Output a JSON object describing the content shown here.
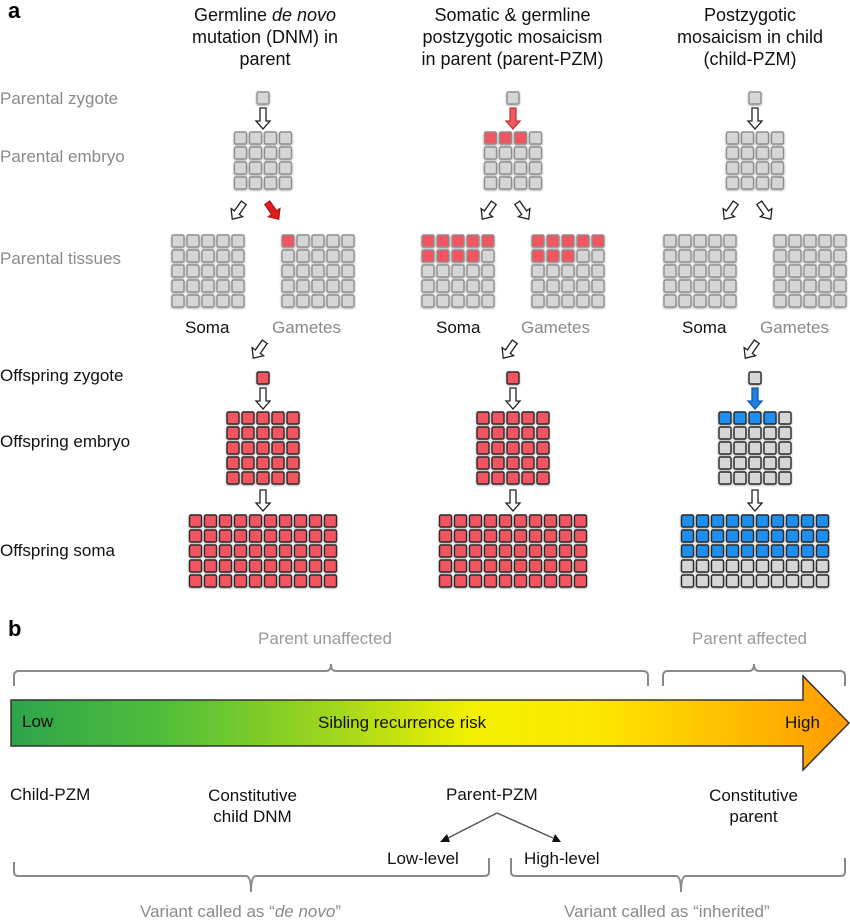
{
  "panel_a": {
    "letter": "a",
    "columns": [
      {
        "id": "dnm",
        "title_lines": [
          "Germline ",
          "de novo",
          " mutation (DNM) in parent"
        ],
        "title_plain": "Germline de novo mutation (DNM) in parent",
        "parental_zygote": "normal",
        "zygote_arrow": "plain",
        "parental_embryo": {
          "rows": 4,
          "cols": 4,
          "mutant_cells": 0,
          "mutant_color": "red"
        },
        "soma_arrow": "plain",
        "gamete_arrow": "red",
        "parental_soma": {
          "rows": 5,
          "cols": 5,
          "mutant_cells": 0
        },
        "parental_gametes": {
          "rows": 5,
          "cols": 5,
          "mutant_cells": 1
        },
        "offspring_zygote": "red",
        "offspring_embryo": {
          "rows": 5,
          "cols": 5,
          "mutant_cells": 25,
          "mutant_color": "red"
        },
        "offspring_soma": {
          "rows": 5,
          "cols": 10,
          "mutant_cells": 50,
          "mutant_color": "red"
        }
      },
      {
        "id": "parent-pzm",
        "title_lines": [
          "Somatic & germline postzygotic mosaicism in parent (parent-PZM)"
        ],
        "title_plain": "Somatic & germline postzygotic mosaicism in parent (parent-PZM)",
        "parental_zygote": "normal",
        "zygote_arrow": "red",
        "parental_embryo": {
          "rows": 4,
          "cols": 4,
          "mutant_cells": 3,
          "mutant_color": "red"
        },
        "soma_arrow": "plain",
        "gamete_arrow": "plain",
        "parental_soma": {
          "rows": 5,
          "cols": 5,
          "mutant_cells": 9
        },
        "parental_gametes": {
          "rows": 5,
          "cols": 5,
          "mutant_cells": 8
        },
        "offspring_zygote": "red",
        "offspring_embryo": {
          "rows": 5,
          "cols": 5,
          "mutant_cells": 25,
          "mutant_color": "red"
        },
        "offspring_soma": {
          "rows": 5,
          "cols": 10,
          "mutant_cells": 50,
          "mutant_color": "red"
        }
      },
      {
        "id": "child-pzm",
        "title_lines": [
          "Postzygotic mosaicism in child (child-PZM)"
        ],
        "title_plain": "Postzygotic mosaicism in child (child-PZM)",
        "parental_zygote": "normal",
        "zygote_arrow": "plain",
        "parental_embryo": {
          "rows": 4,
          "cols": 4,
          "mutant_cells": 0,
          "mutant_color": "red"
        },
        "soma_arrow": "plain",
        "gamete_arrow": "plain",
        "parental_soma": {
          "rows": 5,
          "cols": 5,
          "mutant_cells": 0
        },
        "parental_gametes": {
          "rows": 5,
          "cols": 5,
          "mutant_cells": 0
        },
        "offspring_zygote": "normal",
        "offspring_zygote_arrow": "blue",
        "offspring_embryo": {
          "rows": 5,
          "cols": 5,
          "mutant_cells": 4,
          "mutant_color": "blue"
        },
        "offspring_soma": {
          "rows": 5,
          "cols": 10,
          "mutant_cells": 30,
          "mutant_color": "blue"
        }
      }
    ],
    "row_labels": {
      "parental_zygote": "Parental zygote",
      "parental_embryo": "Parental embryo",
      "parental_tissues": "Parental tissues",
      "offspring_zygote": "Offspring zygote",
      "offspring_embryo": "Offspring embryo",
      "offspring_soma": "Offspring soma"
    },
    "tissue_labels": {
      "soma": "Soma",
      "gametes": "Gametes"
    },
    "colors": {
      "normal_cell": "#d6d6d6",
      "normal_cell_border": "#8f8f8f",
      "red_cell": "#f25560",
      "blue_cell": "#1e8ff0",
      "offspring_border": "#2a2a2a",
      "red_arrow": "#e21c1c",
      "pink_arrow": "#ee5a62",
      "blue_arrow": "#1e7fe0"
    }
  },
  "panel_b": {
    "letter": "b",
    "top_brackets": {
      "left_label": "Parent unaffected",
      "right_label": "Parent affected"
    },
    "arrow": {
      "low_label": "Low",
      "center_label": "Sibling recurrence risk",
      "high_label": "High",
      "gradient": [
        "#2ea84a",
        "#62c832",
        "#c8e000",
        "#fff200",
        "#ffd000",
        "#ff9a00"
      ]
    },
    "categories": {
      "child_pzm": "Child-PZM",
      "constitutive_child_dnm_lines": [
        "Constitutive",
        "child DNM"
      ],
      "parent_pzm": "Parent-PZM",
      "low_level": "Low-level",
      "high_level": "High-level",
      "constitutive_parent_lines": [
        "Constitutive",
        "parent"
      ]
    },
    "bottom_brackets": {
      "left_label_prefix": "Variant called as “",
      "left_label_italic": "de novo",
      "left_label_suffix": "”",
      "right_label": "Variant called as “inherited”"
    }
  }
}
